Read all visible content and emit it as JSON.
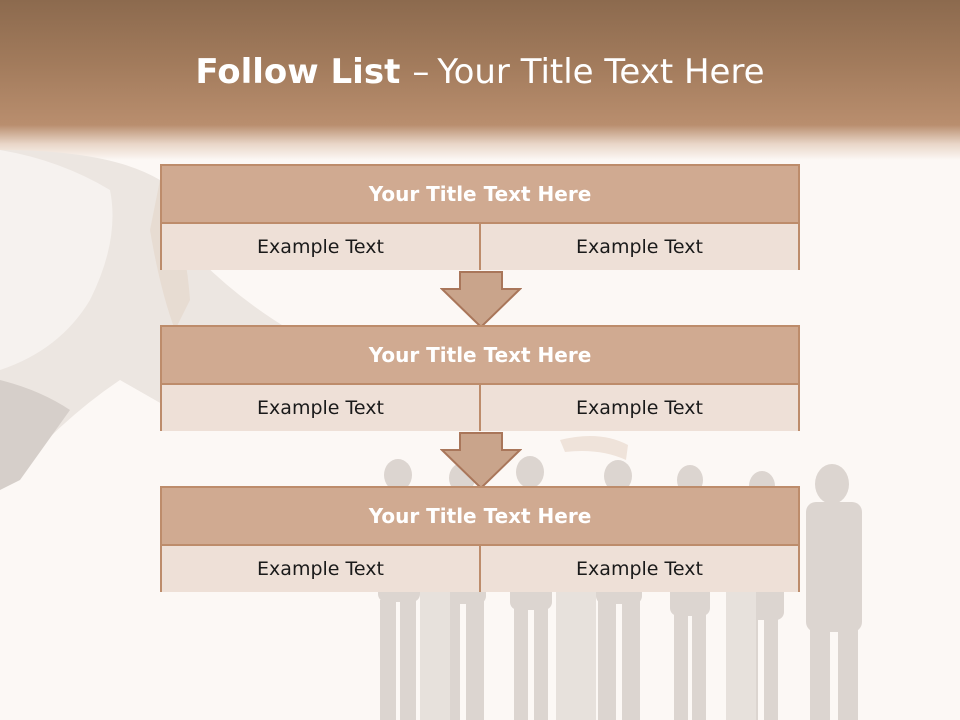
{
  "slide": {
    "title_bold": "Follow List",
    "title_dash": "–",
    "title_rest": "Your Title Text Here"
  },
  "blocks": [
    {
      "title": "Your Title Text Here",
      "left": "Example Text",
      "right": "Example Text"
    },
    {
      "title": "Your Title Text Here",
      "left": "Example Text",
      "right": "Example Text"
    },
    {
      "title": "Your Title Text Here",
      "left": "Example Text",
      "right": "Example Text"
    }
  ],
  "colors": {
    "banner": "#a27b5c",
    "header_fill": "#d0aa91",
    "cell_fill": "#eee0d7",
    "border": "#bd8c6b",
    "arrow_fill": "#c9a48b"
  }
}
